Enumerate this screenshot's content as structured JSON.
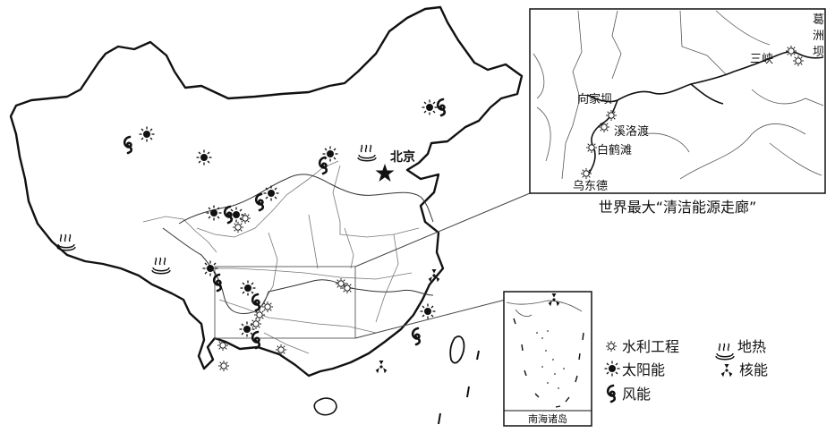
{
  "map": {
    "capital_label": "北京",
    "inset_caption": "世界最大“清洁能源走廊”",
    "south_sea_label": "南海诸岛",
    "dams": [
      {
        "label": "乌东德"
      },
      {
        "label": "白鹤滩"
      },
      {
        "label": "溪洛渡"
      },
      {
        "label": "向家坝"
      },
      {
        "label": "三峡"
      },
      {
        "label": "葛洲坝"
      }
    ]
  },
  "legend": {
    "hydro": "水利工程",
    "geothermal": "地热",
    "solar": "太阳能",
    "nuclear": "核能",
    "wind": "风能"
  }
}
